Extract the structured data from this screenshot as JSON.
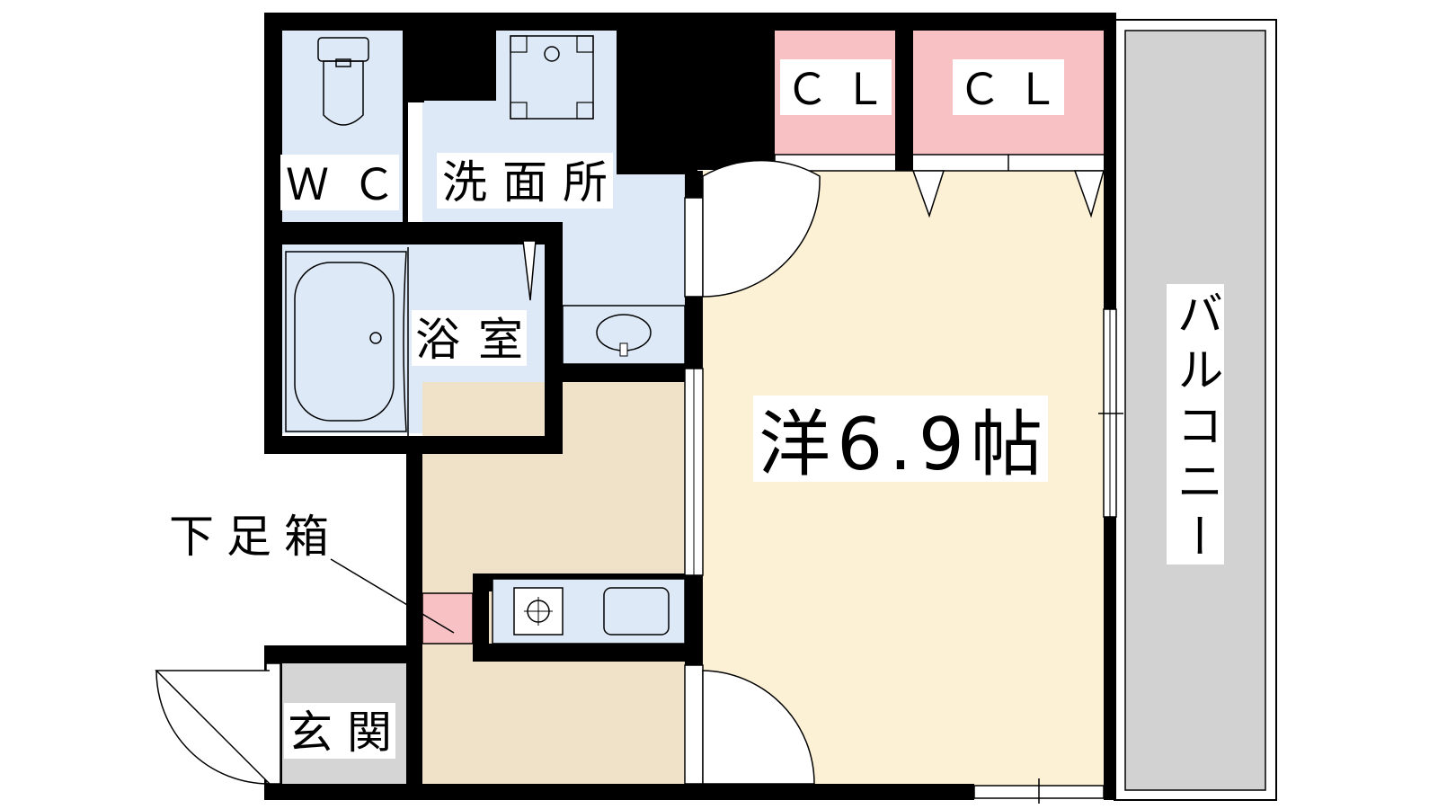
{
  "floorplan": {
    "rooms": {
      "wc": "ＷＣ",
      "washroom": "洗面所",
      "bathroom": "浴室",
      "closet_left": "ＣＬ",
      "closet_right": "ＣＬ",
      "western_room": "洋6.9帖",
      "balcony": "バルコニー",
      "shoe_box": "下足箱",
      "entrance": "玄関"
    },
    "colors": {
      "wet_area": "#dde9f7",
      "closet": "#f8c1c4",
      "room": "#fcf1d4",
      "kitchen": "#efe2c8",
      "balcony": "#d2d2d2",
      "entrance": "#d5d5d5",
      "wall": "#000000"
    }
  }
}
